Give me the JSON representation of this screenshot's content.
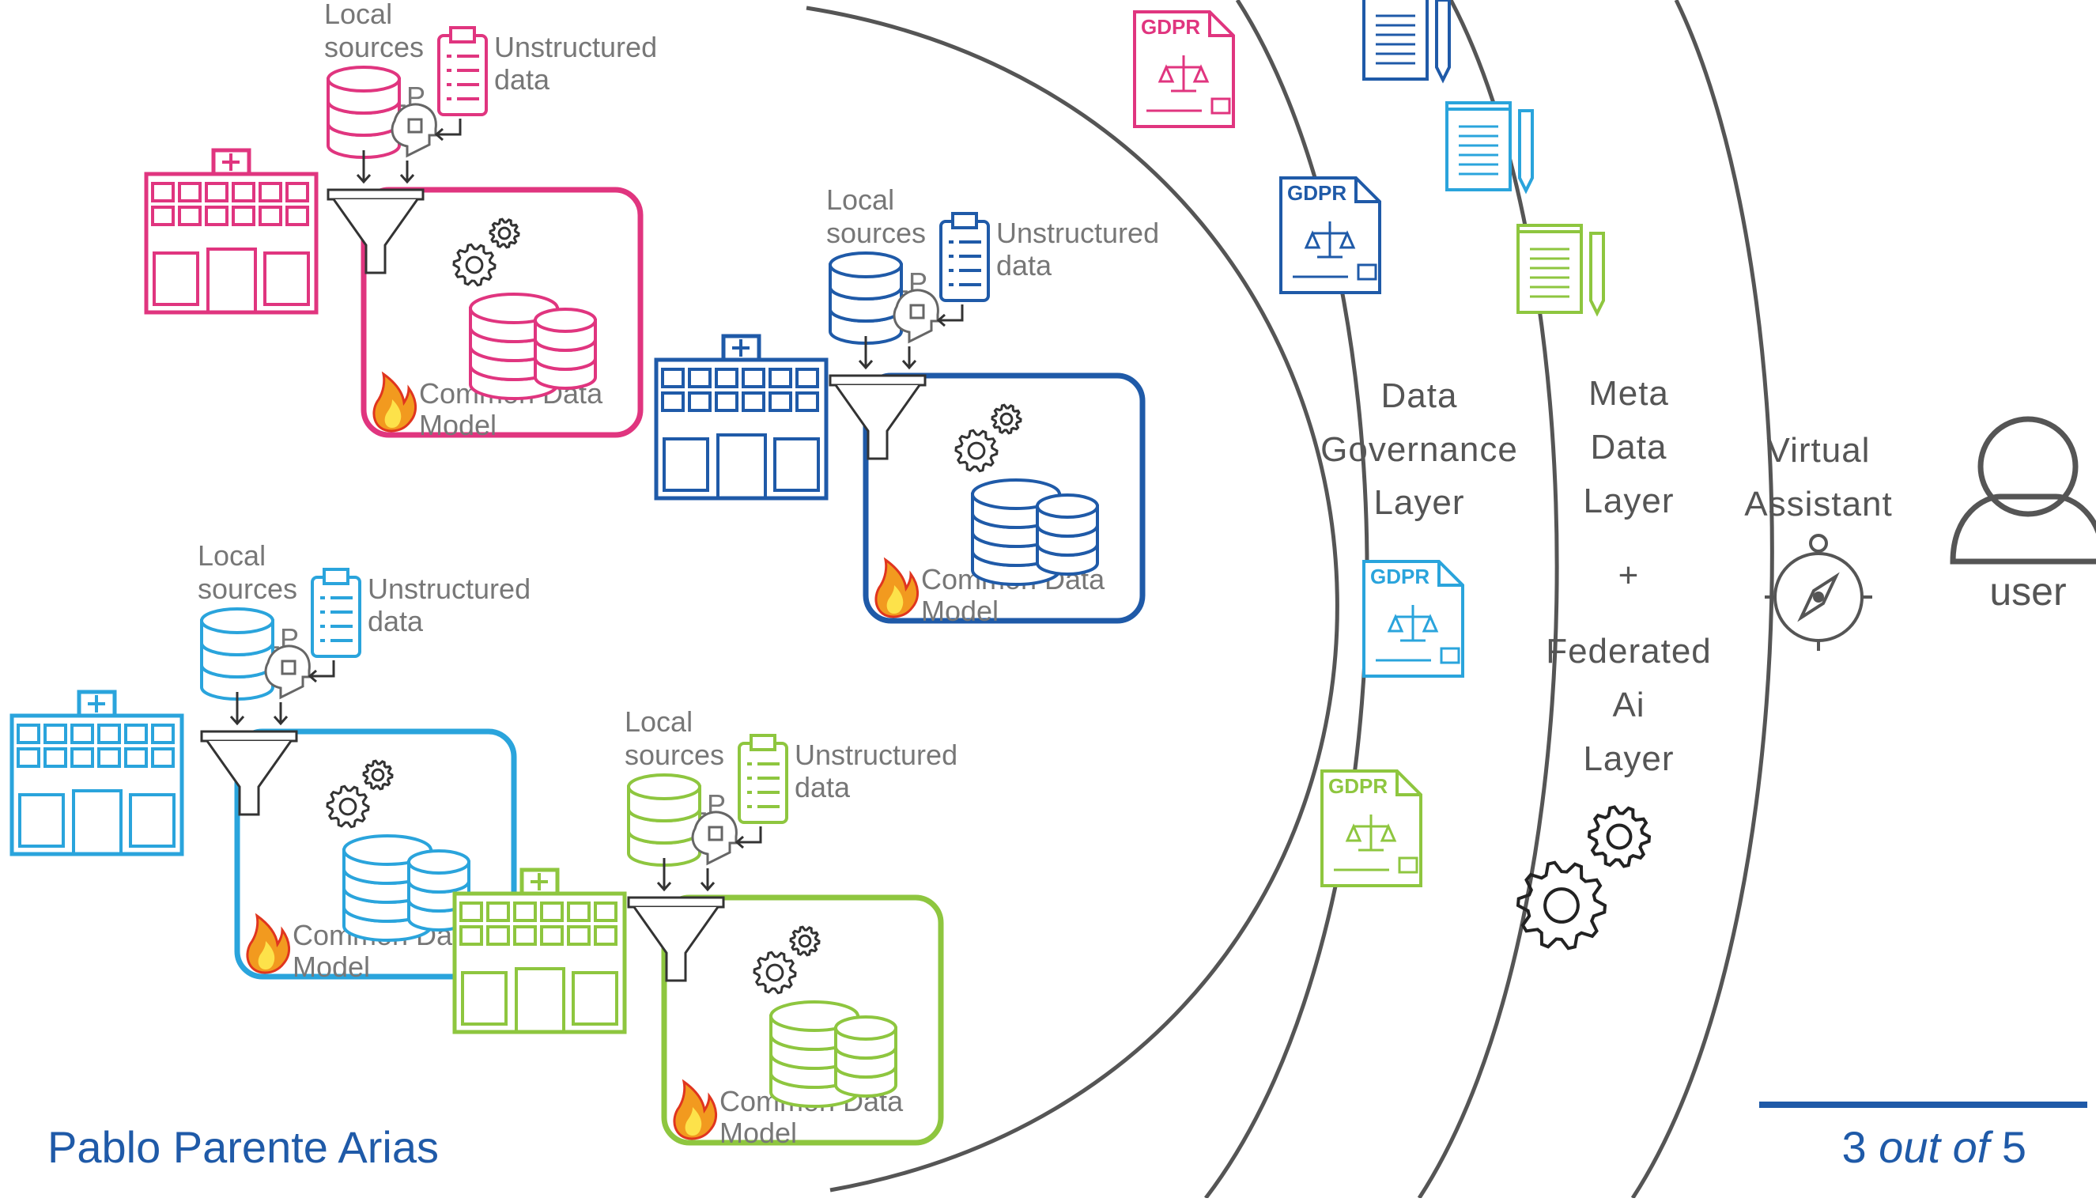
{
  "hospitals": [
    {
      "id": "h1",
      "color": "#e0357f",
      "local_sources": [
        "Local",
        "sources"
      ],
      "nlp": "NLP",
      "unstructured": [
        "Unstructured",
        "data"
      ],
      "cdm": [
        "Common Data",
        "Model"
      ]
    },
    {
      "id": "h2",
      "color": "#1f5aa8",
      "local_sources": [
        "Local",
        "sources"
      ],
      "nlp": "NLP",
      "unstructured": [
        "Unstructured",
        "data"
      ],
      "cdm": [
        "Common Data",
        "Model"
      ]
    },
    {
      "id": "h3",
      "color": "#2aa4dc",
      "local_sources": [
        "Local",
        "sources"
      ],
      "nlp": "NLP",
      "unstructured": [
        "Unstructured",
        "data"
      ],
      "cdm": [
        "Common Data",
        "Model"
      ]
    },
    {
      "id": "h4",
      "color": "#8ec63f",
      "local_sources": [
        "Local",
        "sources"
      ],
      "nlp": "NLP",
      "unstructured": [
        "Unstructured",
        "data"
      ],
      "cdm": [
        "Common Data",
        "Model"
      ]
    }
  ],
  "layers": {
    "data_governance": [
      "Data",
      "Governance",
      "Layer"
    ],
    "meta_data": [
      "Meta",
      "Data",
      "Layer"
    ],
    "plus": "+",
    "federated_ai": [
      "Federated",
      "Ai",
      "Layer"
    ],
    "virtual_assistant": [
      "Virtual",
      "Assistant"
    ]
  },
  "gdpr_label": "GDPR",
  "user_label": "user",
  "footer": {
    "author": "Pablo Parente Arias",
    "page_current": "3",
    "page_of": "out of",
    "page_total": "5"
  },
  "colors": {
    "pink": "#e0357f",
    "navy": "#1f5aa8",
    "sky": "#2aa4dc",
    "lime": "#8ec63f",
    "arc": "#555555",
    "text": "#777777",
    "accent": "#1f5aa8"
  },
  "icons": [
    "hospital-icon",
    "database-icon",
    "clipboard-icon",
    "nlp-head-icon",
    "funnel-icon",
    "gears-icon",
    "flame-icon",
    "gdpr-document-icon",
    "notepad-pencil-icon",
    "compass-icon",
    "user-icon"
  ]
}
